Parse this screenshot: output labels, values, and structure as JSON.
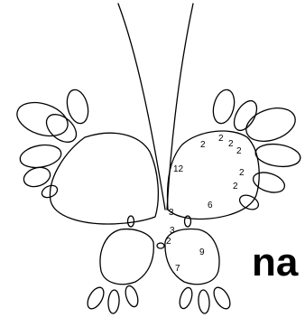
{
  "diagram": {
    "cropped_word": "na",
    "counts": {
      "forewing": [
        "2",
        "2",
        "2",
        "2",
        "2",
        "2",
        "12",
        "6",
        "3"
      ],
      "hindwing": [
        "3",
        "2",
        "9",
        "7"
      ]
    }
  }
}
